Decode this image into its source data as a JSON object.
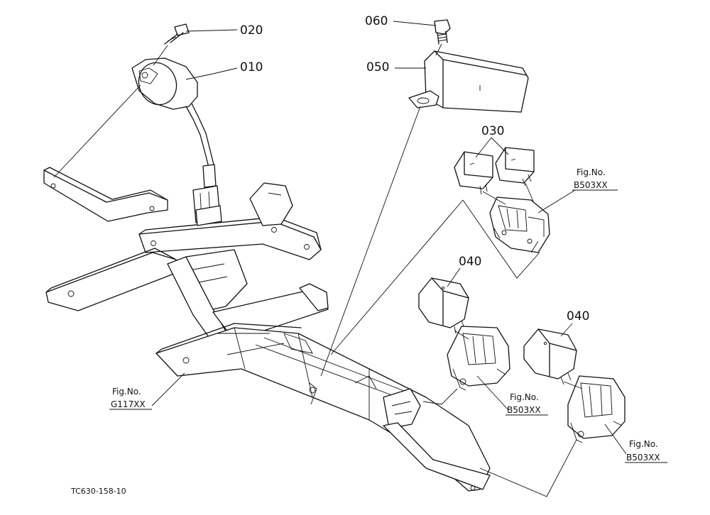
{
  "parts": [
    {
      "id": "p010",
      "label": "010"
    },
    {
      "id": "p020",
      "label": "020"
    },
    {
      "id": "p030",
      "label": "030"
    },
    {
      "id": "p040a",
      "label": "040"
    },
    {
      "id": "p040b",
      "label": "040"
    },
    {
      "id": "p050",
      "label": "050"
    },
    {
      "id": "p060",
      "label": "060"
    }
  ],
  "figrefs": [
    {
      "line1": "Fig.No.",
      "line2": "B503XX"
    },
    {
      "line1": "Fig.No.",
      "line2": "G117XX"
    },
    {
      "line1": "Fig.No.",
      "line2": "B503XX"
    },
    {
      "line1": "Fig.No.",
      "line2": "B503XX"
    }
  ],
  "drawing_code": "TC630-158-10"
}
